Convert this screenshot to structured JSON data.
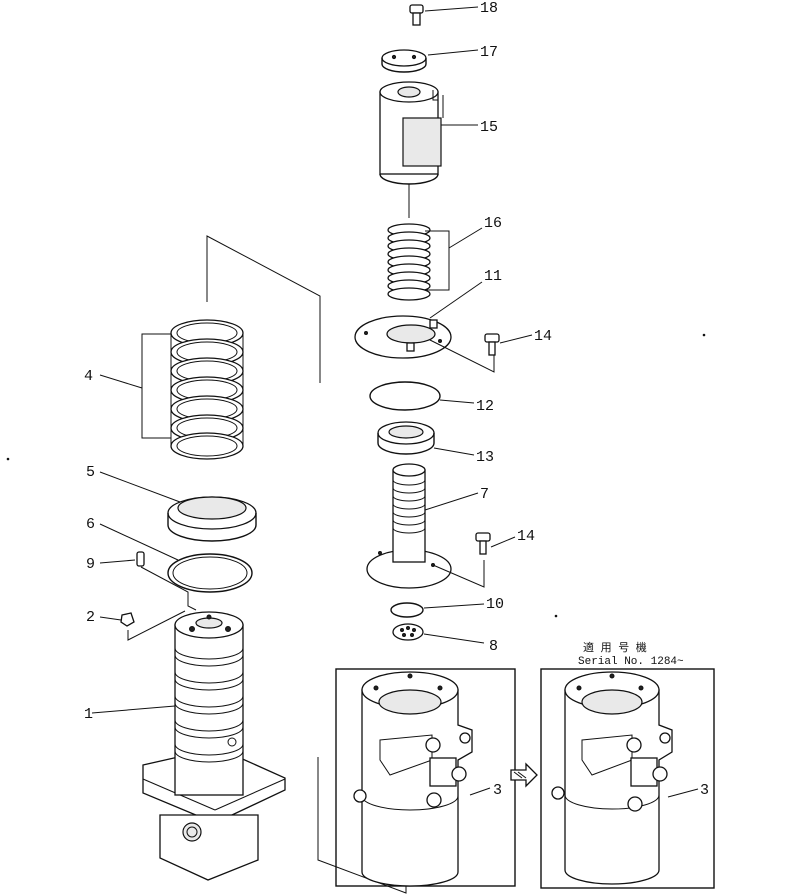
{
  "figure": {
    "callouts": {
      "p1": "1",
      "p2": "2",
      "p3a": "3",
      "p3b": "3",
      "p4": "4",
      "p5": "5",
      "p6": "6",
      "p7": "7",
      "p8": "8",
      "p9": "9",
      "p10": "10",
      "p11": "11",
      "p12": "12",
      "p13": "13",
      "p14a": "14",
      "p14b": "14",
      "p15": "15",
      "p16": "16",
      "p17": "17",
      "p18": "18"
    },
    "applicability": {
      "kanji_label": "適 用 号 機",
      "serial_label": "Serial No. 1284~"
    }
  }
}
